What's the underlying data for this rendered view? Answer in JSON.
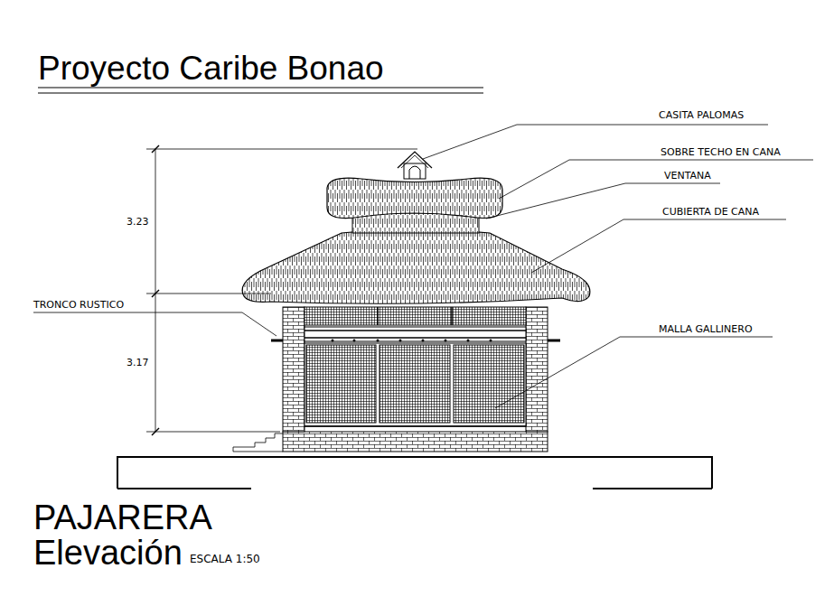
{
  "diagram": {
    "title": "Proyecto Caribe Bonao",
    "labels": [
      "CASITA PALOMAS",
      "SOBRE TECHO EN CANA",
      "VENTANA",
      "CUBIERTA DE CANA",
      "MALLA GALLINERO",
      "TRONCO RUSTICO",
      "3.23",
      "3.17",
      "PAJARERA",
      "Elevación",
      "ESCALA 1:50"
    ]
  }
}
